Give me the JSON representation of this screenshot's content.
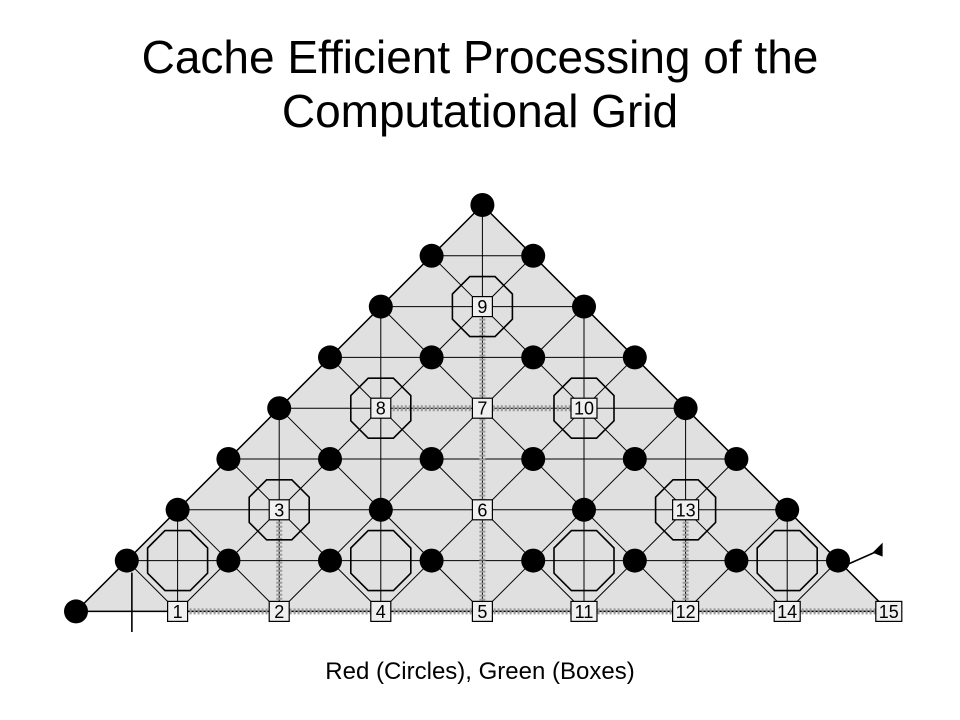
{
  "title": {
    "line1": "Cache Efficient Processing of the",
    "line2": "Computational Grid"
  },
  "caption": "Red (Circles), Green (Boxes)",
  "colors": {
    "triangle_fill": "#e0e0e0",
    "line": "#000000",
    "box_fill": "#f0f0f0",
    "circle": "#000000"
  },
  "grid": {
    "circles": [
      {
        "row": 7,
        "col": 0
      },
      {
        "row": 6,
        "col": 1
      },
      {
        "row": 6,
        "col": 3
      },
      {
        "row": 6,
        "col": 5
      },
      {
        "row": 6,
        "col": 7
      },
      {
        "row": 6,
        "col": 9
      },
      {
        "row": 6,
        "col": 11
      },
      {
        "row": 6,
        "col": 13
      },
      {
        "row": 6,
        "col": 15
      },
      {
        "row": 5,
        "col": 2
      },
      {
        "row": 5,
        "col": 6
      },
      {
        "row": 5,
        "col": 10
      },
      {
        "row": 5,
        "col": 14
      },
      {
        "row": 4,
        "col": 3
      },
      {
        "row": 4,
        "col": 5
      },
      {
        "row": 4,
        "col": 7
      },
      {
        "row": 4,
        "col": 9
      },
      {
        "row": 4,
        "col": 11
      },
      {
        "row": 4,
        "col": 13
      },
      {
        "row": 3,
        "col": 4
      },
      {
        "row": 3,
        "col": 12
      },
      {
        "row": 2,
        "col": 5
      },
      {
        "row": 2,
        "col": 7
      },
      {
        "row": 2,
        "col": 9
      },
      {
        "row": 2,
        "col": 11
      },
      {
        "row": 1,
        "col": 6
      },
      {
        "row": 1,
        "col": 10
      },
      {
        "row": 0,
        "col": 7
      },
      {
        "row": 0,
        "col": 9
      },
      {
        "row": -1,
        "col": 8
      }
    ],
    "boxes": [
      {
        "label": "1",
        "row": 7,
        "col": 2
      },
      {
        "label": "2",
        "row": 7,
        "col": 4
      },
      {
        "label": "4",
        "row": 7,
        "col": 6
      },
      {
        "label": "5",
        "row": 7,
        "col": 8
      },
      {
        "label": "11",
        "row": 7,
        "col": 10
      },
      {
        "label": "12",
        "row": 7,
        "col": 12
      },
      {
        "label": "14",
        "row": 7,
        "col": 14
      },
      {
        "label": "15",
        "row": 7,
        "col": 16
      },
      {
        "label": "3",
        "row": 5,
        "col": 4
      },
      {
        "label": "6",
        "row": 5,
        "col": 8
      },
      {
        "label": "13",
        "row": 5,
        "col": 12
      },
      {
        "label": "8",
        "row": 3,
        "col": 6
      },
      {
        "label": "7",
        "row": 3,
        "col": 8
      },
      {
        "label": "10",
        "row": 3,
        "col": 10
      },
      {
        "label": "9",
        "row": 1,
        "col": 8
      }
    ]
  }
}
